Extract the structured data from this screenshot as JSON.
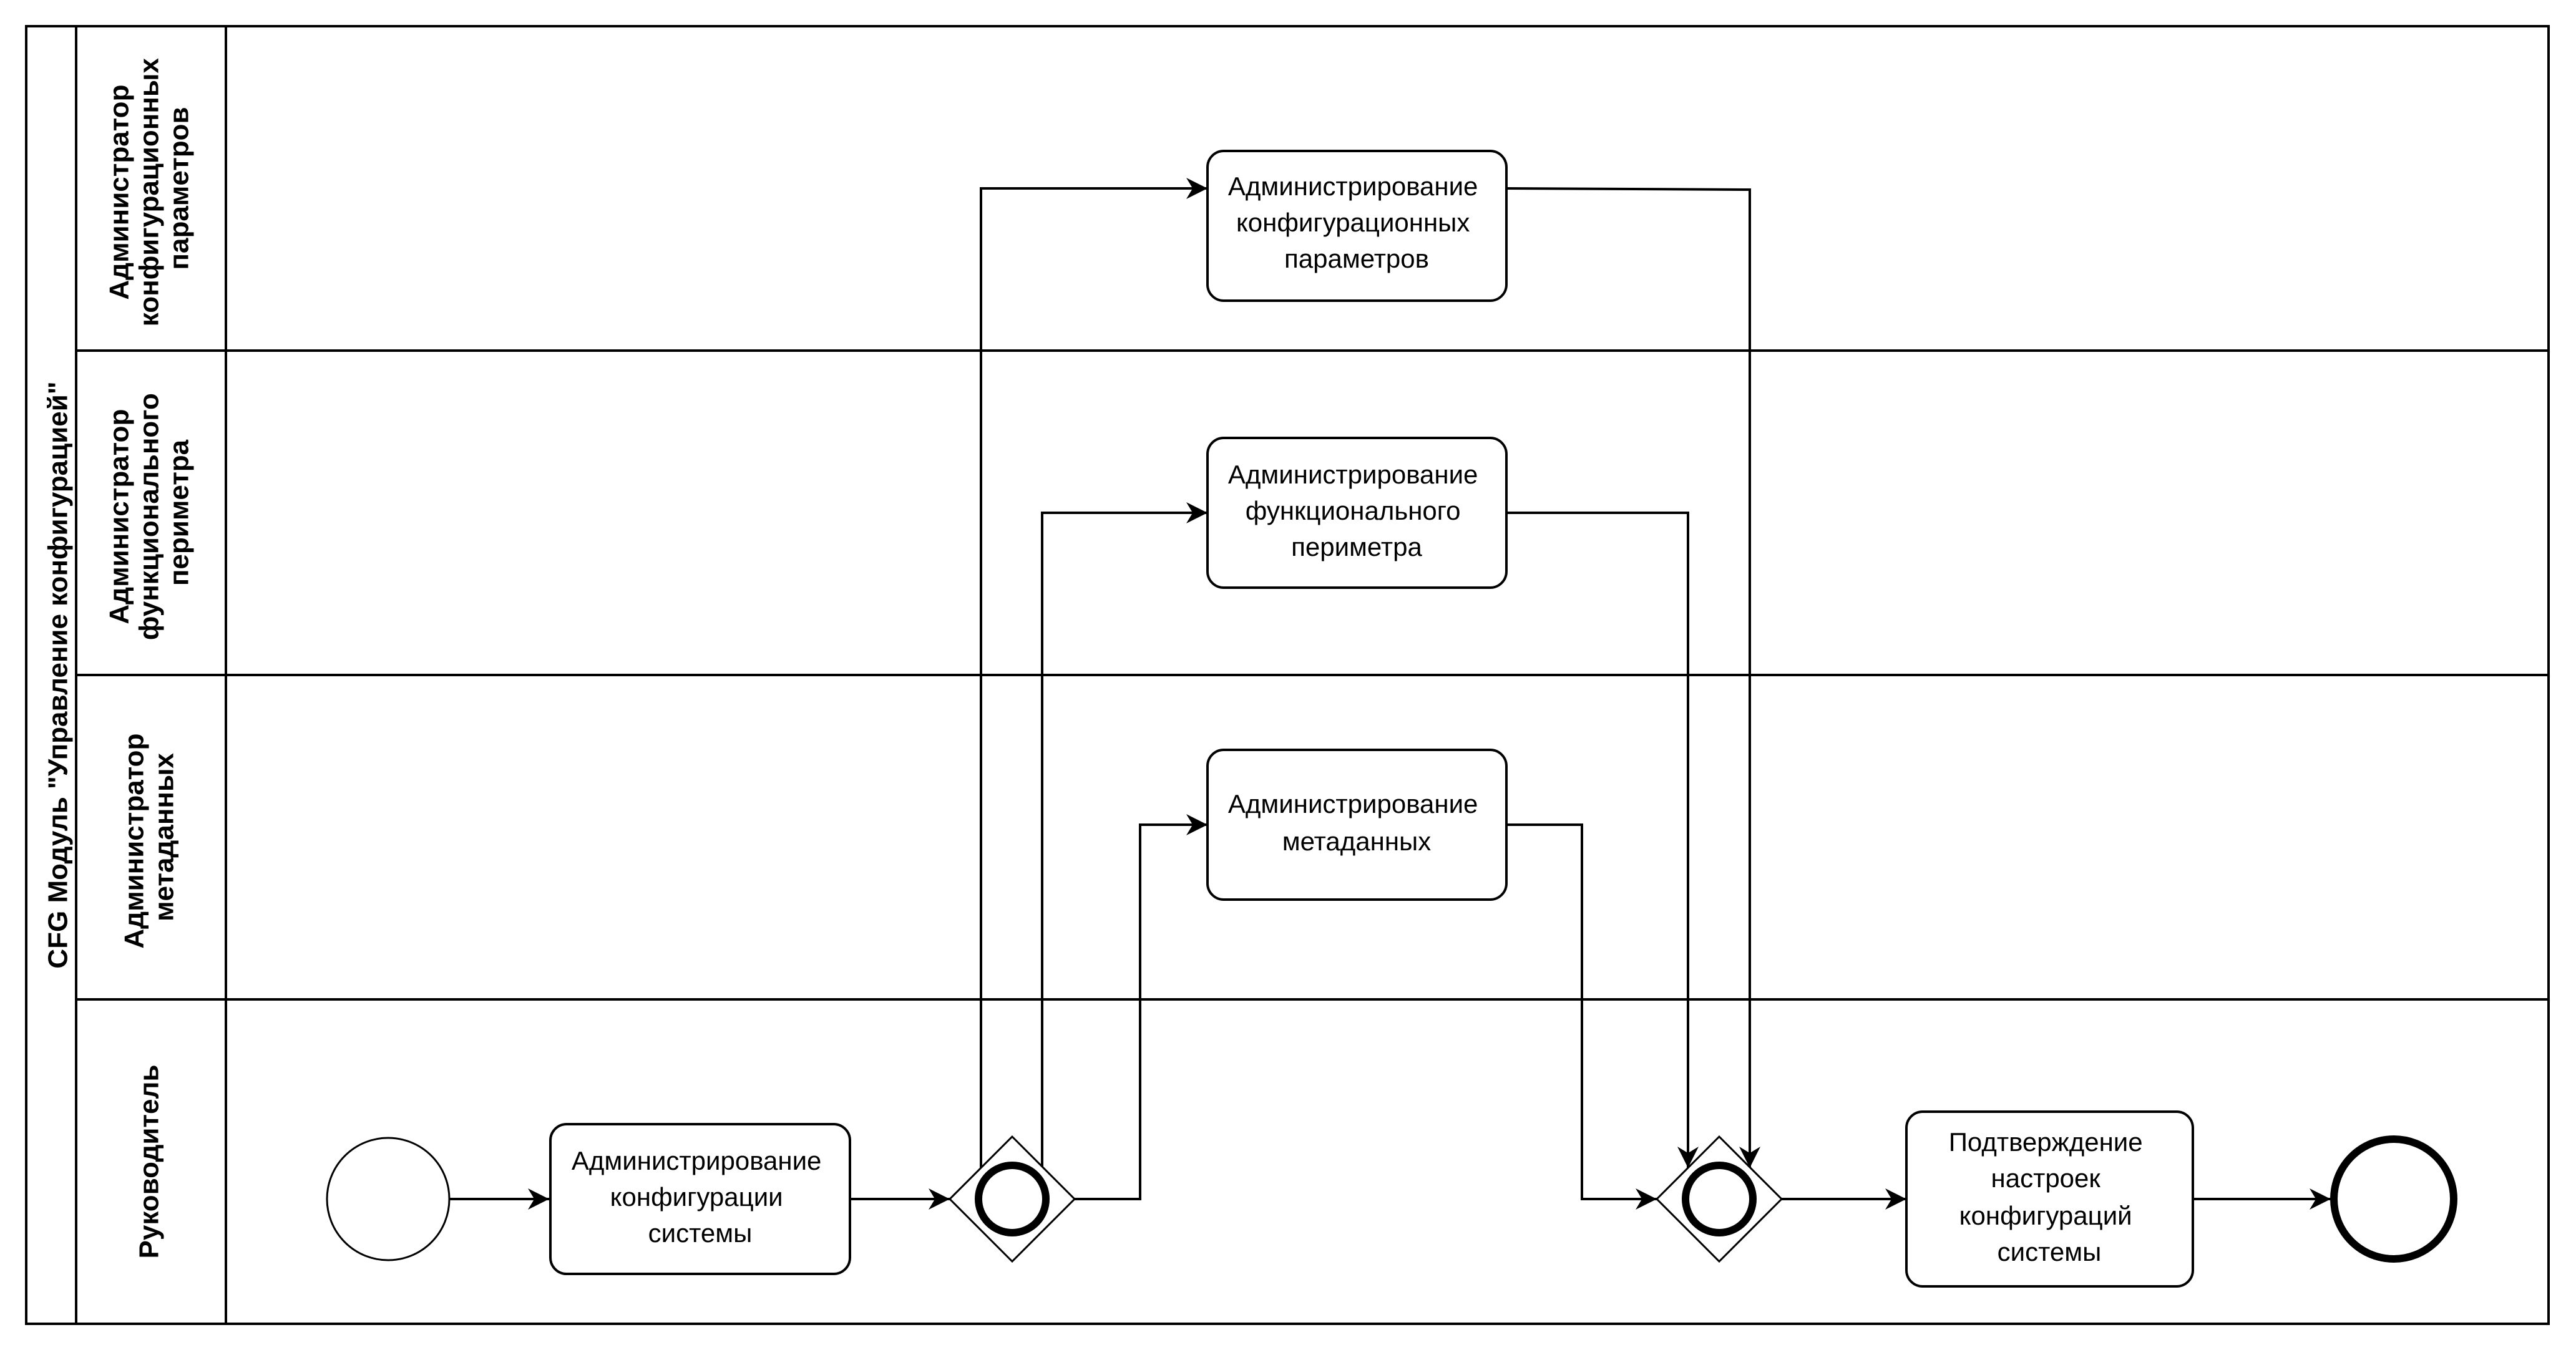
{
  "pool": {
    "title": "CFG  Модуль \"Управление конфигурацией\""
  },
  "lanes": [
    {
      "id": "lane-config-admin",
      "lines": [
        "Администратор",
        "конфигурационных",
        "параметров"
      ]
    },
    {
      "id": "lane-func-admin",
      "lines": [
        "Администратор",
        "функционального",
        "периметра"
      ]
    },
    {
      "id": "lane-meta-admin",
      "lines": [
        "Администратор",
        "метаданных"
      ]
    },
    {
      "id": "lane-manager",
      "lines": [
        "Руководитель"
      ]
    }
  ],
  "tasks": {
    "admin_config_params": [
      "Администрирование",
      "конфигурационных",
      "параметров"
    ],
    "admin_func_perimeter": [
      "Администрирование",
      "функционального",
      "периметра"
    ],
    "admin_metadata": [
      "Администрирование",
      "метаданных"
    ],
    "admin_system_config": [
      "Администрирование",
      "конфигурации",
      "системы"
    ],
    "confirm_settings": [
      "Подтверждение",
      "настроек",
      "конфигураций",
      "системы"
    ]
  },
  "events": {
    "start": "start-event",
    "end": "end-event"
  },
  "gateways": {
    "split": "parallel-split-gateway",
    "join": "parallel-join-gateway"
  },
  "colors": {
    "stroke": "#000000",
    "fill": "#ffffff"
  }
}
